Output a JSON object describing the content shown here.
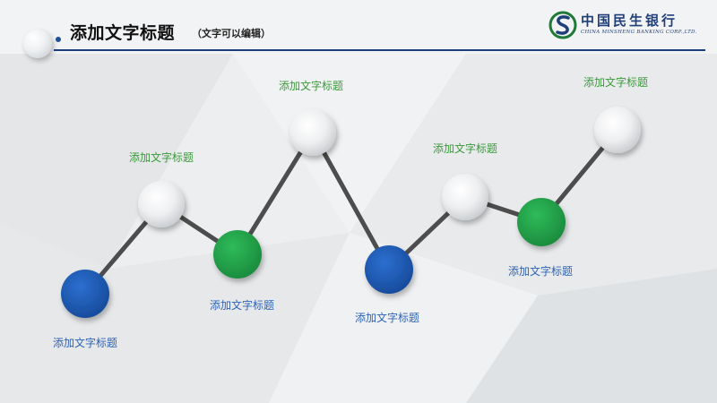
{
  "header": {
    "title": "添加文字标题",
    "subtitle": "（文字可以编辑）"
  },
  "logo": {
    "cn": "中国民生银行",
    "en": "CHINA MINSHENG BANKING CORP.,LTD."
  },
  "colors": {
    "blue": "#1c5bb3",
    "green": "#21a24a",
    "line": "#4d4d4d",
    "label_blue": "#2f63b5",
    "label_green": "#3a9a3a",
    "rule": "#1a3d7c"
  },
  "nodes": [
    {
      "id": "n1",
      "color": "blue",
      "label": "添加文字标题"
    },
    {
      "id": "n2",
      "color": "white",
      "label": "添加文字标题"
    },
    {
      "id": "n3",
      "color": "green",
      "label": "添加文字标题"
    },
    {
      "id": "n4",
      "color": "white",
      "label": "添加文字标题"
    },
    {
      "id": "n5",
      "color": "blue",
      "label": "添加文字标题"
    },
    {
      "id": "n6",
      "color": "white",
      "label": "添加文字标题"
    },
    {
      "id": "n7",
      "color": "green",
      "label": "添加文字标题"
    },
    {
      "id": "n8",
      "color": "white",
      "label": "添加文字标题"
    }
  ]
}
